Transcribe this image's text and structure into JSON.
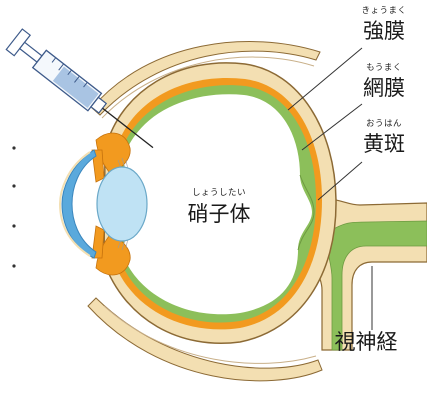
{
  "labels": {
    "sclera": {
      "text": "強膜",
      "reading": "きょうまく"
    },
    "retina": {
      "text": "網膜",
      "reading": "もうまく"
    },
    "macula": {
      "text": "黄斑",
      "reading": "おうはん"
    },
    "vitreous": {
      "text": "硝子体",
      "reading": "しょうしたい"
    },
    "optic_nerve": {
      "text": "視神経"
    }
  },
  "colors": {
    "sclera": "#f3dfb2",
    "sclera_outline": "#8c6a35",
    "choroid": "#f29a1f",
    "retina": "#8cbf5a",
    "lens": "#bfe2f4",
    "cornea": "#5aa9dc",
    "syringe": "#3d5a8a",
    "leader_line": "#333333"
  }
}
